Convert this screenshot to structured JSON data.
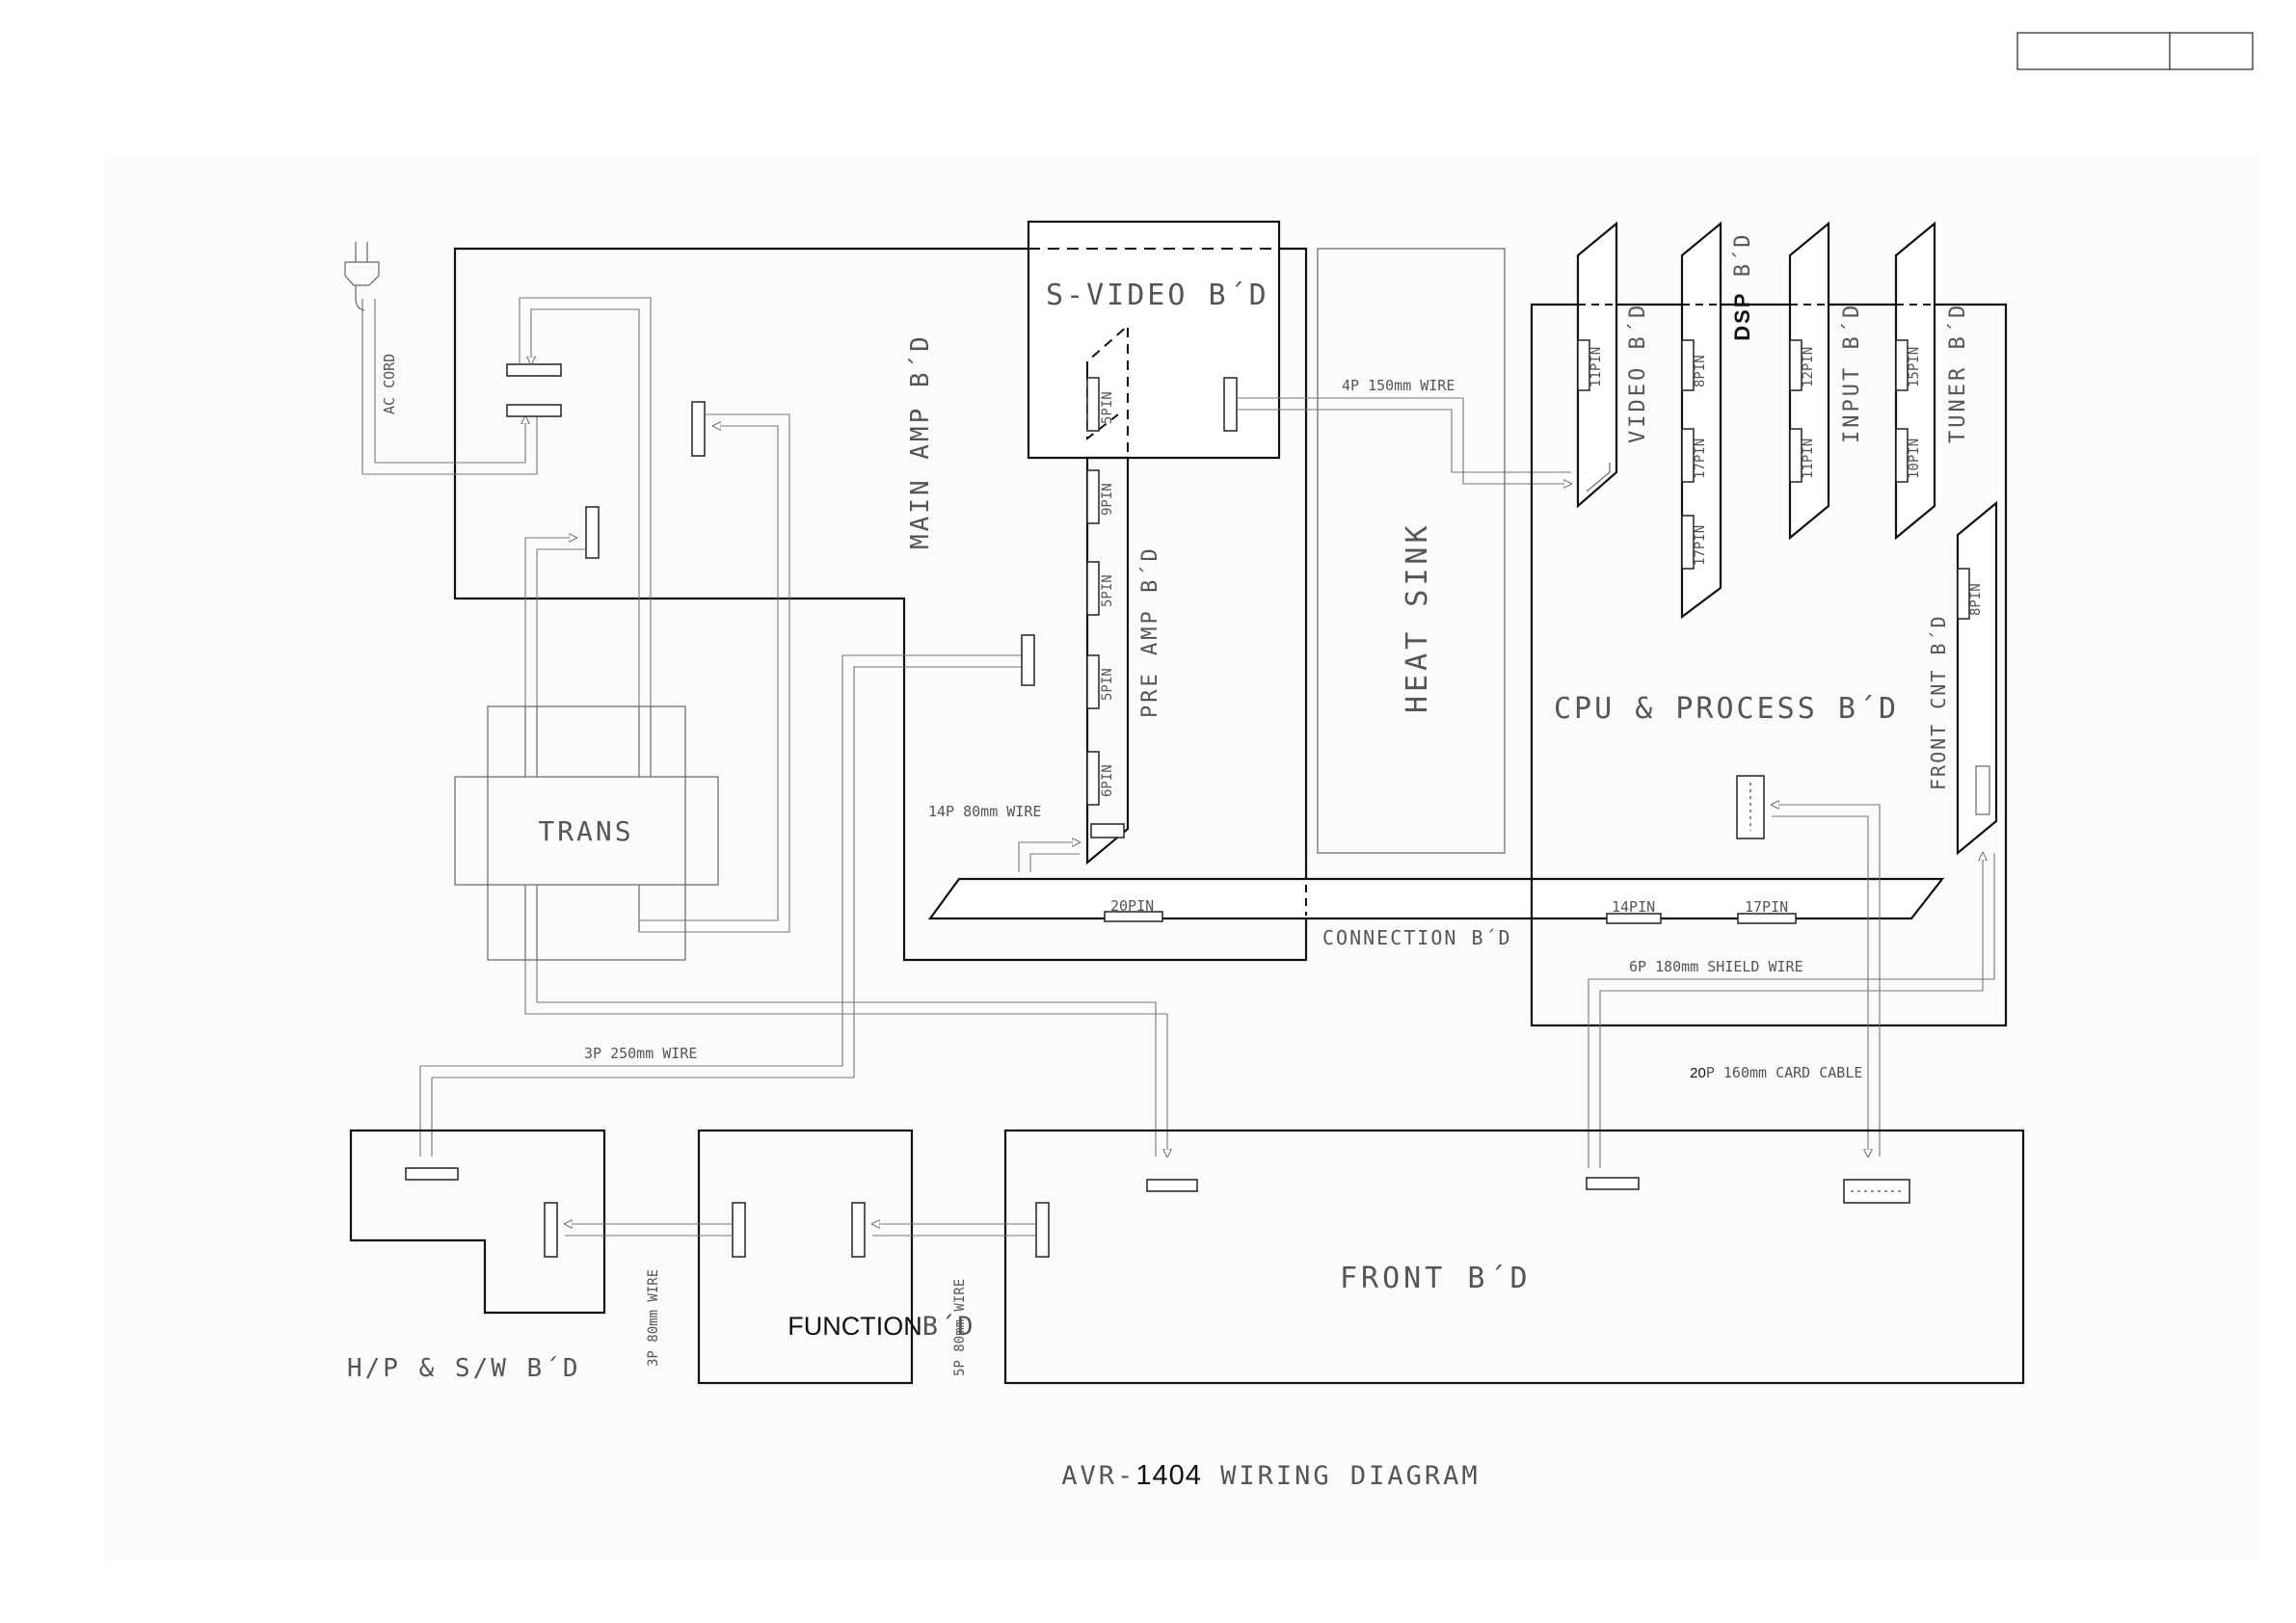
{
  "title": {
    "prefix": "AVR-",
    "model": "1404",
    "suffix": " WIRING DIAGRAM"
  },
  "boards": {
    "main_amp": "MAIN AMP B´D",
    "s_video": "S-VIDEO B´D",
    "pre_amp": "PRE AMP B´D",
    "heat_sink": "HEAT SINK",
    "cpu_process": "CPU & PROCESS B´D",
    "video": "VIDEO B´D",
    "dsp_bold": "DSP",
    "dsp_suffix": " B´D",
    "input": "INPUT B´D",
    "tuner": "TUNER B´D",
    "front_cnt": "FRONT CNT B´D",
    "trans": "TRANS",
    "connection": "CONNECTION B´D",
    "front": "FRONT B´D",
    "function_bold": "FUNCTION",
    "function_suffix": "B´D",
    "hp_sw": "H/P & S/W B´D"
  },
  "cables": {
    "ac_cord": "AC CORD",
    "wire_4p": "4P 150mm WIRE",
    "wire_14p": "14P 80mm WIRE",
    "wire_3p_250": "3P 250mm WIRE",
    "wire_6p_shield": "6P 180mm SHIELD WIRE",
    "card_cable_prefix": "20",
    "card_cable_suffix": "P 160mm CARD CABLE",
    "wire_3p_80": "3P 80mm WIRE",
    "wire_5p_80": "5P 80mm WIRE"
  },
  "pins": {
    "sv_5pin": "5PIN",
    "pre_9pin": "9PIN",
    "pre_5pin_a": "5PIN",
    "pre_5pin_b": "5PIN",
    "pre_6pin": "6PIN",
    "video_11pin": "11PIN",
    "dsp_8pin": "8PIN",
    "dsp_17pin_a": "17PIN",
    "dsp_17pin_b": "17PIN",
    "input_12pin": "12PIN",
    "input_11pin": "11PIN",
    "tuner_15pin": "15PIN",
    "tuner_10pin": "10PIN",
    "fcnt_8pin": "8PIN",
    "conn_20pin": "20PIN",
    "conn_14pin": "14PIN",
    "conn_17pin": "17PIN"
  },
  "title_block": {
    "cell_1": "",
    "cell_2": ""
  }
}
